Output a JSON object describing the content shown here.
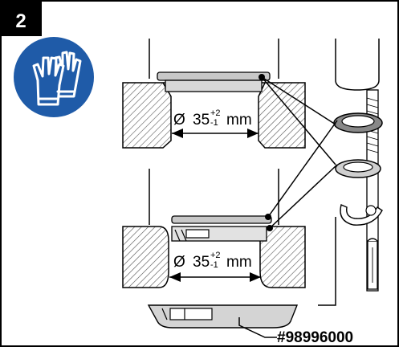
{
  "step": {
    "number": "2"
  },
  "safety": {
    "icon": "gloves-icon",
    "color": "#1f5ba8"
  },
  "dimensions": [
    {
      "symbol": "Ø",
      "value": "35",
      "tol_upper": "+2",
      "tol_lower": "-1",
      "unit": "mm"
    },
    {
      "symbol": "Ø",
      "value": "35",
      "tol_upper": "+2",
      "tol_lower": "-1",
      "unit": "mm"
    }
  ],
  "part": {
    "number": "#98996000"
  },
  "colors": {
    "frame": "#000000",
    "badge": "#000000",
    "part": "#c8c8c8",
    "hatch": "#666666"
  }
}
